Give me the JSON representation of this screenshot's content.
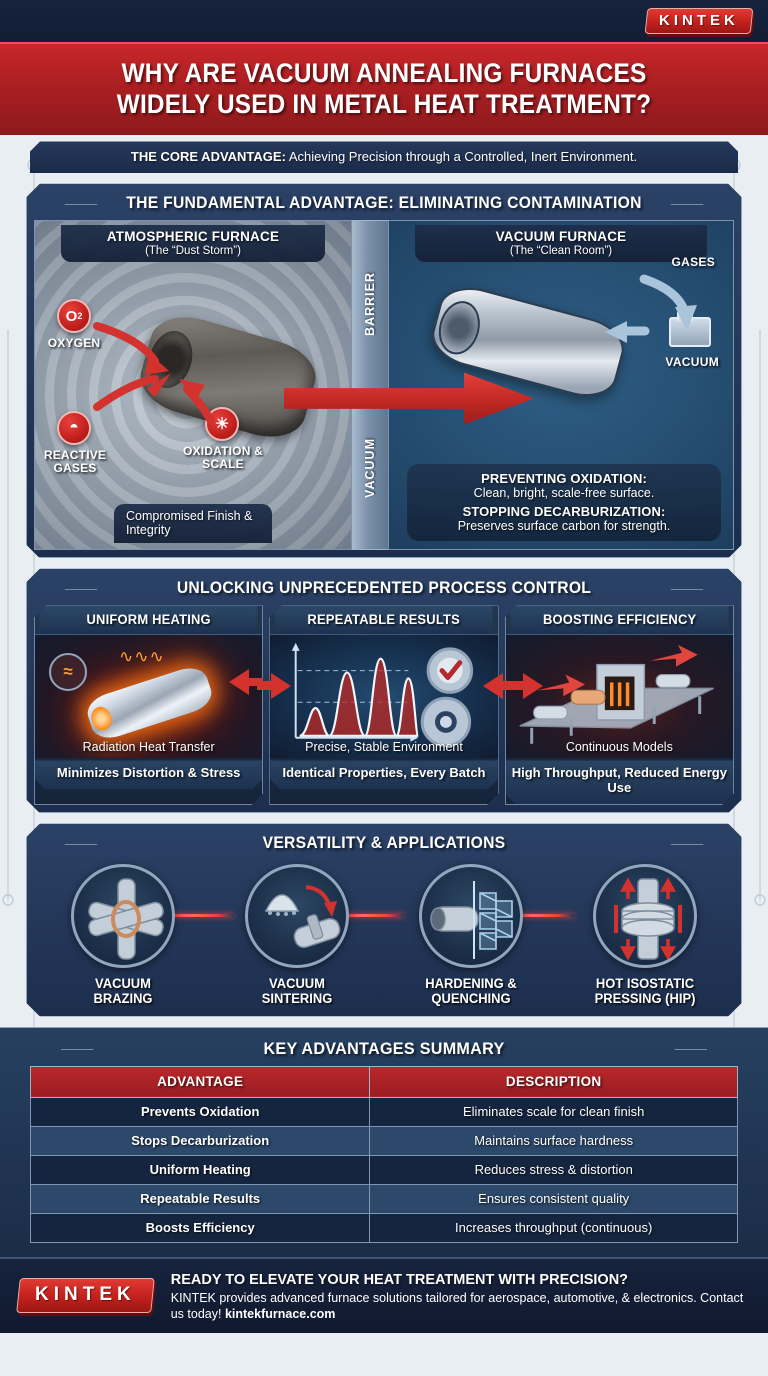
{
  "brand": {
    "name": "KINTEK"
  },
  "header": {
    "title": "WHY ARE VACUUM ANNEALING FURNACES WIDELY USED IN METAL HEAT TREATMENT?",
    "title_line1": "WHY ARE VACUUM ANNEALING FURNACES",
    "title_line2": "WIDELY USED IN METAL HEAT TREATMENT?",
    "subtitle_label": "THE CORE ADVANTAGE:",
    "subtitle_text": " Achieving Precision through a Controlled, Inert Environment."
  },
  "section1": {
    "title": "THE  FUNDAMENTAL ADVANTAGE: ELIMINATING CONTAMINATION",
    "left": {
      "heading": "ATMOSPHERIC FURNACE",
      "subheading": "(The “Dust Storm”)",
      "badge_o2": "O",
      "badge_o2_sub": "2",
      "label_oxygen": "OXYGEN",
      "label_reactive": "REACTIVE GASES",
      "label_oxidation": "OXIDATION & SCALE",
      "footer_chip": "Compromised Finish & Integrity"
    },
    "barrier": {
      "top_label": "BARRIER",
      "bottom_label": "VACUUM"
    },
    "right": {
      "heading": "VACUUM FURNACE",
      "subheading": "(The “Clean Room”)",
      "label_gases": "GASES",
      "label_vacuum": "VACUUM",
      "benefit1_title": "PREVENTING OXIDATION:",
      "benefit1_desc": "Clean, bright, scale-free surface.",
      "benefit2_title": "STOPPING DECARBURIZATION:",
      "benefit2_desc": "Preserves surface carbon for strength."
    }
  },
  "section2": {
    "title": "UNLOCKING UNPRECEDENTED PROCESS CONTROL",
    "cards": [
      {
        "heading": "UNIFORM HEATING",
        "caption": "Radiation Heat Transfer",
        "sub": "Minimizes Distortion & Stress"
      },
      {
        "heading": "REPEATABLE RESULTS",
        "caption": "Precise, Stable Environment",
        "sub": "Identical Properties, Every Batch"
      },
      {
        "heading": "BOOSTING EFFICIENCY",
        "caption": "Continuous Models",
        "sub": "High Throughput, Reduced Energy Use"
      }
    ]
  },
  "section3": {
    "title": "VERSATILITY & APPLICATIONS",
    "items": [
      {
        "label_line1": "VACUUM",
        "label_line2": "BRAZING"
      },
      {
        "label_line1": "VACUUM",
        "label_line2": "SINTERING"
      },
      {
        "label_line1": "HARDENING &",
        "label_line2": "QUENCHING"
      },
      {
        "label_line1": "HOT ISOSTATIC",
        "label_line2": "PRESSING (HIP)"
      }
    ]
  },
  "summary": {
    "title": "KEY ADVANTAGES SUMMARY",
    "columns": [
      "ADVANTAGE",
      "DESCRIPTION"
    ],
    "rows": [
      [
        "Prevents Oxidation",
        "Eliminates scale for clean finish"
      ],
      [
        "Stops Decarburization",
        "Maintains surface hardness"
      ],
      [
        "Uniform Heating",
        "Reduces stress & distortion"
      ],
      [
        "Repeatable Results",
        "Ensures consistent quality"
      ],
      [
        "Boosts Efficiency",
        "Increases throughput (continuous)"
      ]
    ]
  },
  "footer": {
    "headline": "READY TO ELEVATE YOUR HEAT TREATMENT WITH PRECISION?",
    "body": "KINTEK provides advanced furnace solutions tailored for aerospace, automotive, & electronics. Contact us today! ",
    "website": "kintekfurnace.com"
  },
  "colors": {
    "brand_red": "#c2201c",
    "deep_navy": "#16233d",
    "panel_navy": "#1d2e4d",
    "page_bg": "#e9eef3",
    "accent_blue": "#2f5f86"
  }
}
